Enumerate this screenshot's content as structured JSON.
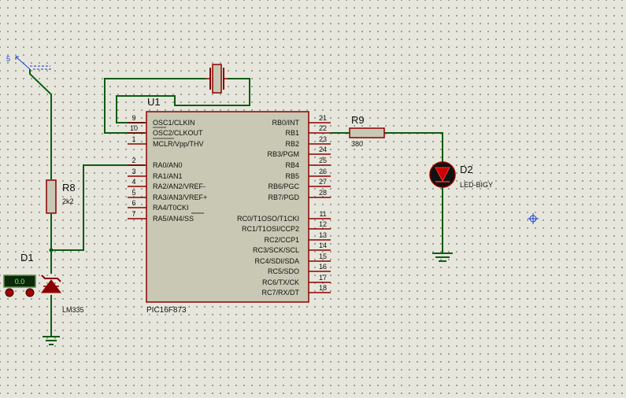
{
  "power": {
    "label": "5"
  },
  "crystal": {
    "name": "crystal"
  },
  "mcu": {
    "ref": "U1",
    "part": "PIC16F873",
    "left_pins": [
      {
        "num": "9",
        "name": "OSC1/CLKIN"
      },
      {
        "num": "10",
        "name": "OSC2/CLKOUT"
      },
      {
        "num": "1",
        "name": "MCLR/Vpp/THV"
      },
      {
        "num": "2",
        "name": "RA0/AN0"
      },
      {
        "num": "3",
        "name": "RA1/AN1"
      },
      {
        "num": "4",
        "name": "RA2/AN2/VREF-"
      },
      {
        "num": "5",
        "name": "RA3/AN3/VREF+"
      },
      {
        "num": "6",
        "name": "RA4/T0CKI"
      },
      {
        "num": "7",
        "name": "RA5/AN4/SS"
      }
    ],
    "right_pins": [
      {
        "num": "21",
        "name": "RB0/INT"
      },
      {
        "num": "22",
        "name": "RB1"
      },
      {
        "num": "23",
        "name": "RB2"
      },
      {
        "num": "24",
        "name": "RB3/PGM"
      },
      {
        "num": "25",
        "name": "RB4"
      },
      {
        "num": "26",
        "name": "RB5"
      },
      {
        "num": "27",
        "name": "RB6/PGC"
      },
      {
        "num": "28",
        "name": "RB7/PGD"
      },
      {
        "num": "11",
        "name": "RC0/T1OSO/T1CKI"
      },
      {
        "num": "12",
        "name": "RC1/T1OSI/CCP2"
      },
      {
        "num": "13",
        "name": "RC2/CCP1"
      },
      {
        "num": "14",
        "name": "RC3/SCK/SCL"
      },
      {
        "num": "15",
        "name": "RC4/SDI/SDA"
      },
      {
        "num": "16",
        "name": "RC5/SDO"
      },
      {
        "num": "17",
        "name": "RC6/TX/CK"
      },
      {
        "num": "18",
        "name": "RC7/RX/DT"
      }
    ]
  },
  "r8": {
    "ref": "R8",
    "value": "2k2"
  },
  "r9": {
    "ref": "R9",
    "value": "380"
  },
  "d1": {
    "ref": "D1",
    "part": "LM335",
    "readout": "0.0"
  },
  "d2": {
    "ref": "D2",
    "part": "LED-BIGY",
    "color": "#cc0000"
  },
  "colors": {
    "wire": "#0b5c14",
    "component": "#8b0000",
    "body": "#c8c8b4",
    "led": "#cc0000"
  }
}
